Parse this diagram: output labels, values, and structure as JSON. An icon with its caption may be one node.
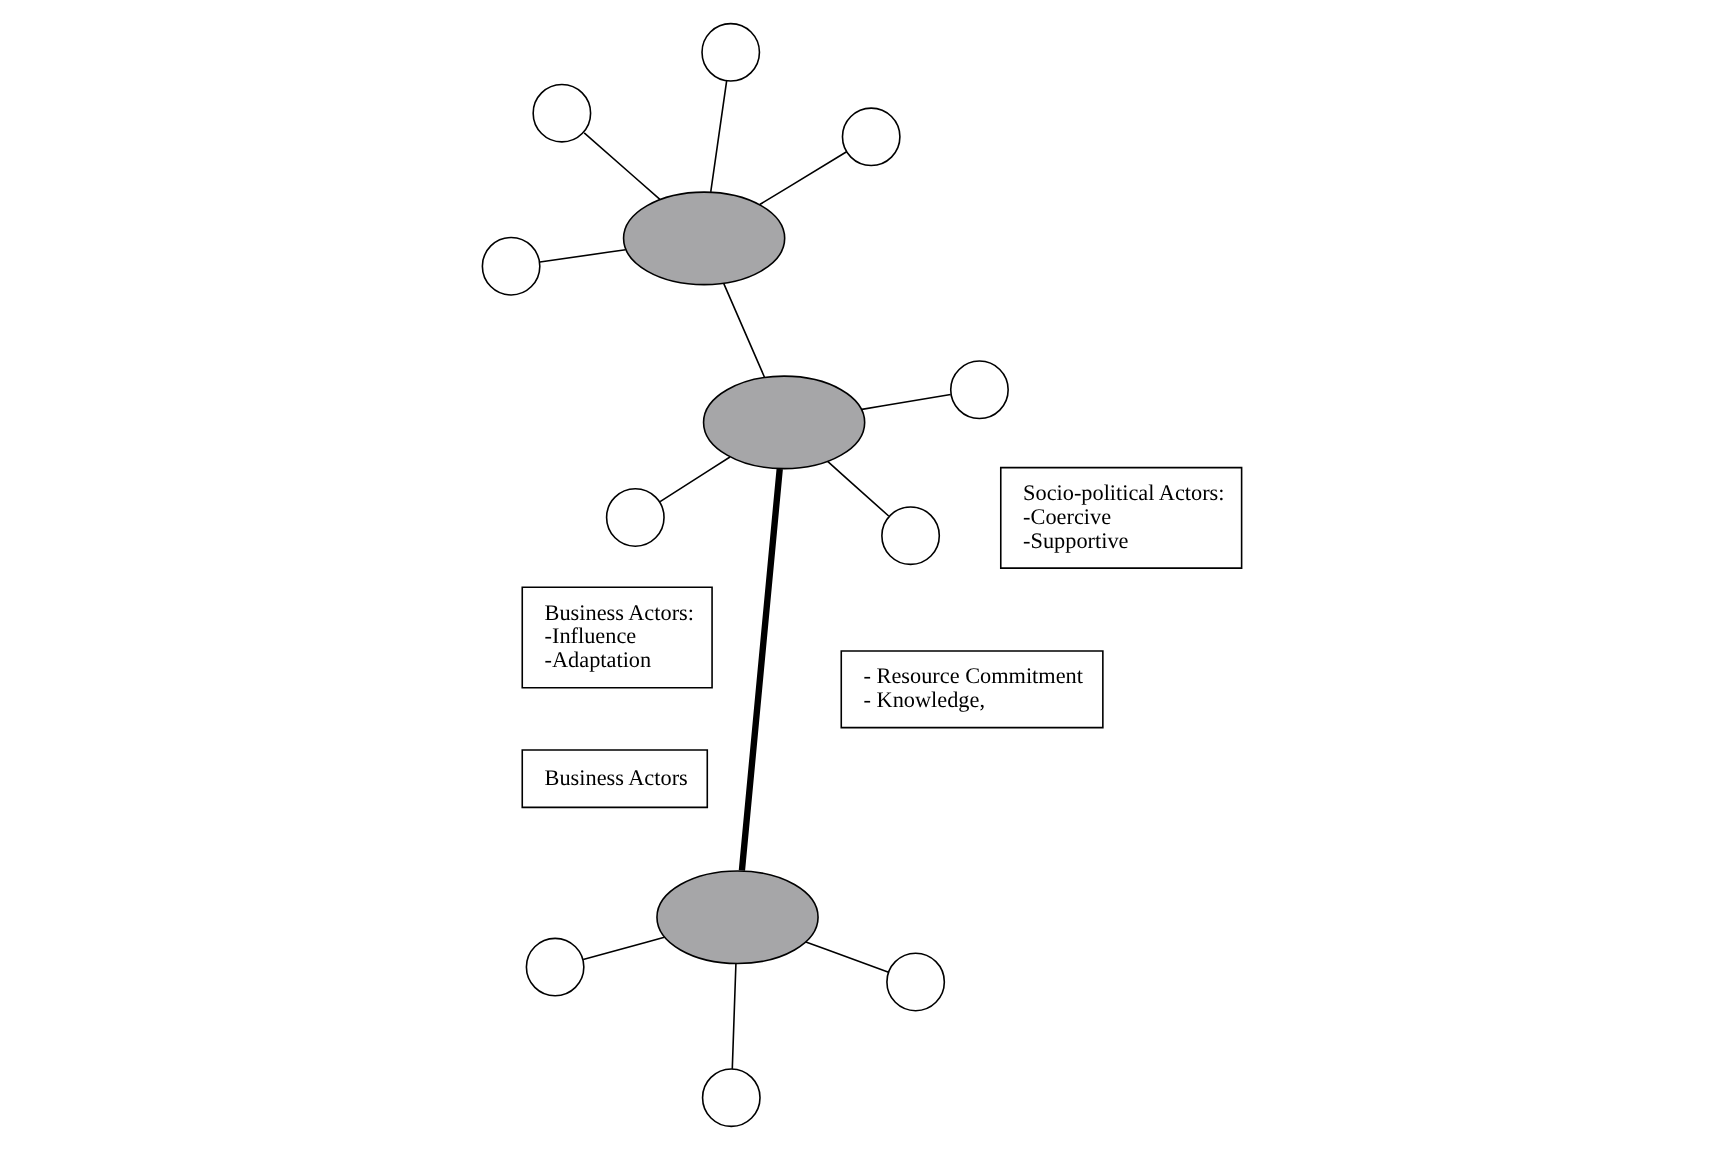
{
  "diagram": {
    "nodes": [
      {
        "text": [],
        "shape": "circle"
      },
      {
        "text": [],
        "shape": "circle"
      },
      {
        "text": [
          "Business Actors"
        ]
      },
      {
        "text": [],
        "shape": "ellipse"
      },
      {
        "text": [],
        "shape": "circle"
      },
      {
        "text": [],
        "shape": "circle"
      },
      {
        "text": [],
        "shape": "circle"
      },
      {
        "text": [],
        "shape": "circle"
      },
      {
        "text": [],
        "shape": "ellipse"
      },
      {
        "text": [],
        "shape": "ellipse"
      },
      {
        "text": [],
        "shape": "circle"
      },
      {
        "text": [],
        "shape": "circle"
      },
      {
        "text": [],
        "shape": "circle"
      },
      {
        "text": [
          "Business Actors:",
          "-Influence",
          "-Adaptation"
        ]
      },
      {
        "text": [
          "- Resource Commitment",
          "- Knowledge,"
        ]
      },
      {
        "text": [],
        "shape": "circle"
      },
      {
        "text": [
          "Socio-political Actors:",
          "-Coercive",
          "-Supportive"
        ]
      }
    ],
    "edges": [
      {
        "from": 3,
        "to": 0,
        "arrow": "none"
      },
      {
        "from": 3,
        "to": 1,
        "arrow": "none"
      },
      {
        "from": 3,
        "to": 4,
        "arrow": "none"
      },
      {
        "from": 3,
        "to": 5,
        "arrow": "none"
      },
      {
        "from": 3,
        "to": 8,
        "arrow": "none"
      },
      {
        "from": 8,
        "to": 9,
        "arrow": "none",
        "style": "thick"
      },
      {
        "from": 8,
        "to": 6,
        "arrow": "none"
      },
      {
        "from": 8,
        "to": 10,
        "arrow": "none"
      },
      {
        "from": 8,
        "to": 12,
        "arrow": "none"
      },
      {
        "from": 9,
        "to": 7,
        "arrow": "none"
      },
      {
        "from": 9,
        "to": 11,
        "arrow": "none"
      },
      {
        "from": 9,
        "to": 15,
        "arrow": "none"
      }
    ]
  }
}
